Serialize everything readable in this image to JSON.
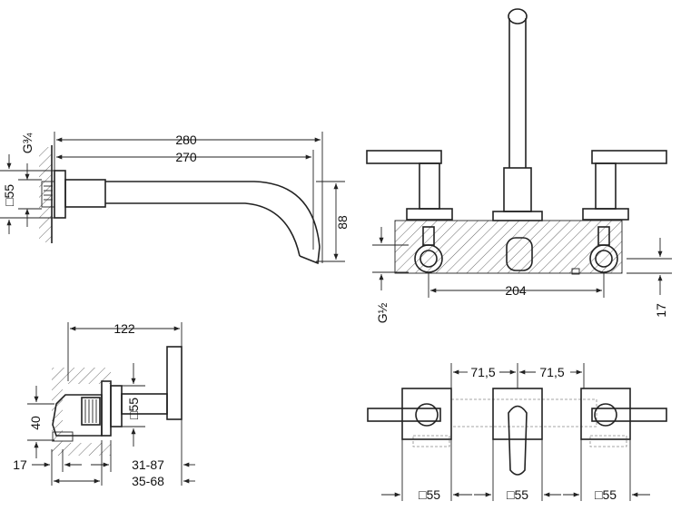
{
  "labels": {
    "side_spout_overall": "280",
    "side_spout_reach": "270",
    "side_spout_thread": "G¾",
    "side_spout_plate": "□55",
    "side_spout_drop": "88",
    "front_center": "204",
    "front_thread": "G½",
    "front_offset": "17",
    "handle_depth": "122",
    "handle_plate": "□55",
    "handle_height": "40",
    "handle_offset": "17",
    "handle_range_1": "31-87",
    "handle_range_2": "35-68",
    "plan_spacing_left": "71,5",
    "plan_spacing_right": "71,5",
    "plan_plate_left": "□55",
    "plan_plate_mid": "□55",
    "plan_plate_right": "□55"
  }
}
